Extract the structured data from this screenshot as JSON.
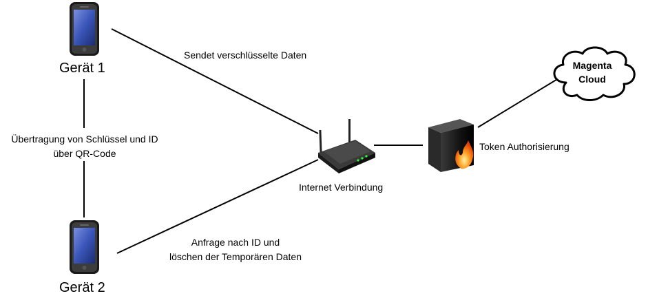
{
  "nodes": {
    "device1": {
      "label": "Gerät 1",
      "icon": "smartphone-icon"
    },
    "device2": {
      "label": "Gerät 2",
      "icon": "smartphone-icon"
    },
    "router": {
      "label": "Internet Verbindung",
      "icon": "wifi-router-icon"
    },
    "firewall": {
      "label": "Token Authorisierung",
      "icon": "firewall-server-icon"
    },
    "cloud": {
      "line1": "Magenta",
      "line2": "Cloud",
      "icon": "cloud-icon"
    }
  },
  "edges": {
    "device1_router": "Sendet verschlüsselte Daten",
    "device1_device2": {
      "line1": "Übertragung von Schlüssel und ID",
      "line2": "über QR-Code"
    },
    "device2_router": {
      "line1": "Anfrage nach ID und",
      "line2": "löschen der Temporären Daten"
    }
  },
  "colors": {
    "line": "#000000",
    "cloud_fill": "#ffffff",
    "phone_body": "#1a1a1a",
    "phone_screen": "#3a55b8",
    "router_body": "#2b2b2b",
    "server_body": "#111111",
    "flame": "#ff8a1a"
  }
}
